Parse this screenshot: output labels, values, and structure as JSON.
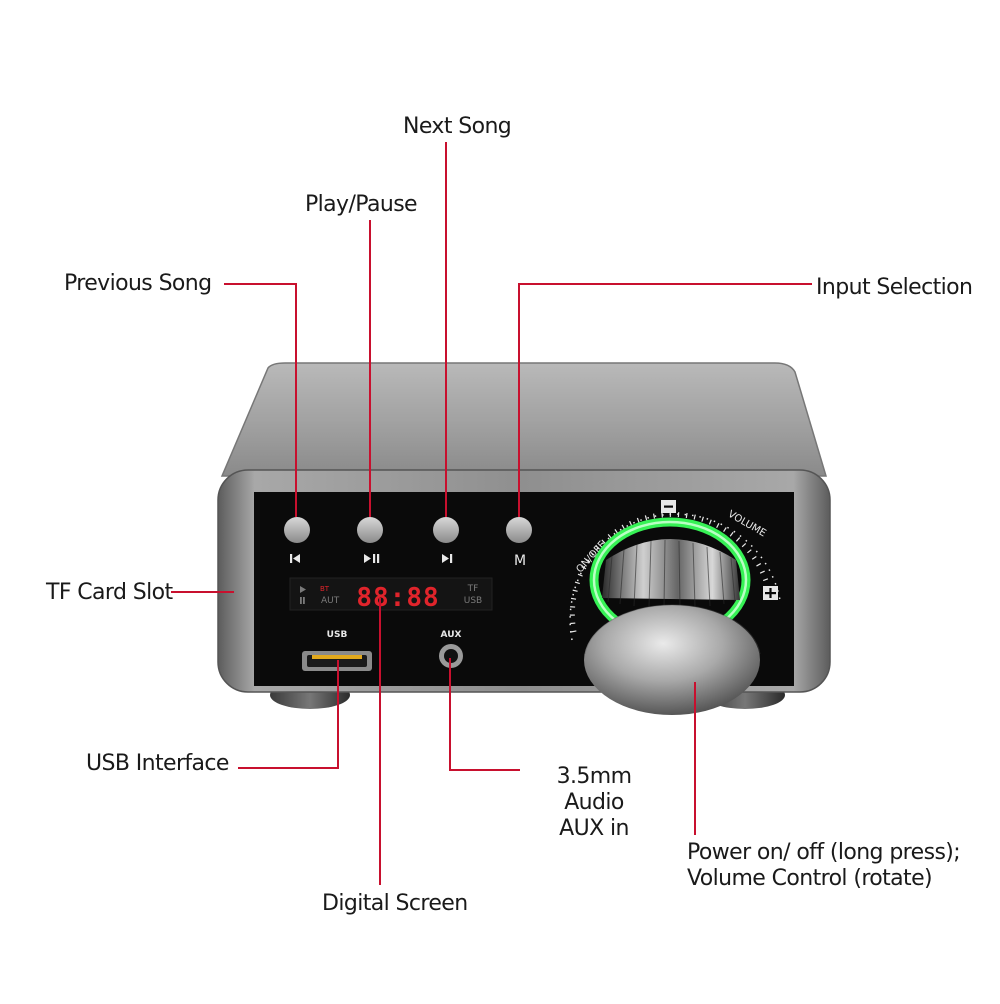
{
  "callouts": {
    "next_song": "Next Song",
    "play_pause": "Play/Pause",
    "previous_song": "Previous Song",
    "input_selection": "Input Selection",
    "tf_card_slot": "TF Card Slot",
    "usb_interface": "USB Interface",
    "aux_in": "3.5mm Audio\nAUX in",
    "power_volume": "Power on/ off (long press);\nVolume Control (rotate)",
    "digital_screen": "Digital Screen"
  },
  "device": {
    "buttons": [
      {
        "icon": "previous-icon",
        "glyph": "|◀"
      },
      {
        "icon": "play-pause-icon",
        "glyph": "▶||"
      },
      {
        "icon": "next-icon",
        "glyph": "▶|"
      },
      {
        "icon": "mode-icon",
        "glyph": "M"
      }
    ],
    "screen": {
      "left_top": "BT",
      "left_bottom": "AUT",
      "digits": "88:88",
      "right_top": "TF",
      "right_bottom": "USB"
    },
    "port_labels": {
      "usb": "USB",
      "aux": "AUX"
    },
    "knob_ring": {
      "on_off": "ON/OFF",
      "volume": "VOLUME",
      "minus": "−",
      "plus": "+"
    }
  },
  "colors": {
    "callout_line": "#c8102e",
    "display_red": "#e0242b",
    "ring_glow": "#39ff5a",
    "panel": "#0a0a0a",
    "body": "#8c8c8c"
  }
}
